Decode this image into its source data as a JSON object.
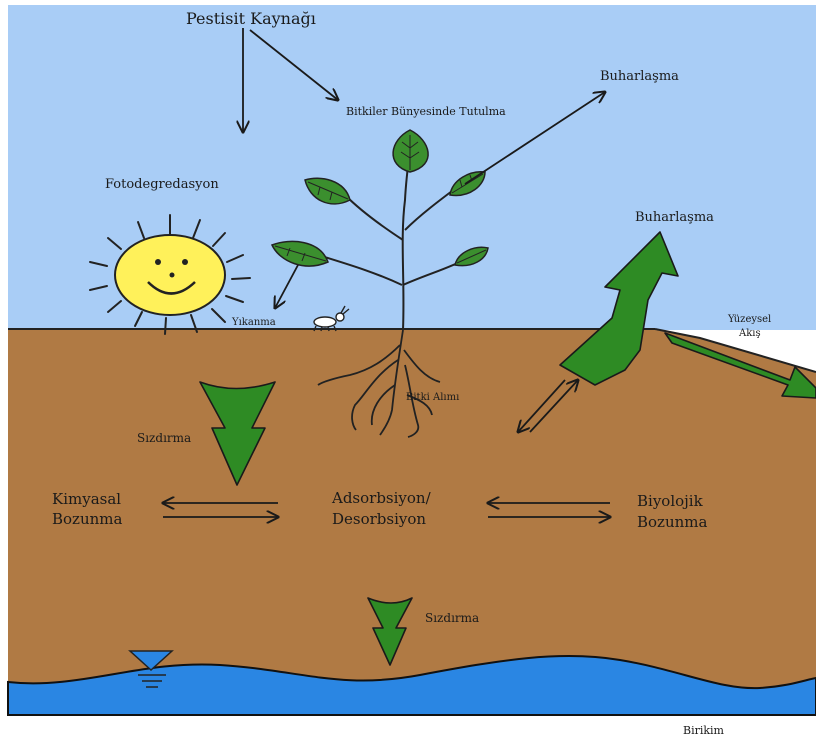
{
  "labels": {
    "source": "Pestisit Kaynağı",
    "plant_retention": "Bitkiler Bünyesinde Tutulma",
    "evaporation_top": "Buharlaşma",
    "photodegradation": "Fotodegredasyon",
    "evaporation_right": "Buharlaşma",
    "washing": "Yıkanma",
    "surface_runoff_1": "Yüzeysel",
    "surface_runoff_2": "Akış",
    "plant_uptake": "Bitki Alımı",
    "leaching_top": "Sızdırma",
    "chem_deg_1": "Kimyasal",
    "chem_deg_2": "Bozunma",
    "adsorption_1": "Adsorbsiyon/",
    "adsorption_2": "Desorbsiyon",
    "bio_deg_1": "Biyolojik",
    "bio_deg_2": "Bozunma",
    "leaching_bottom": "Sızdırma",
    "accumulation": "Birikim"
  },
  "colors": {
    "sky": "#a9cdf6",
    "soil": "#b07a44",
    "water": "#2a86e3",
    "arrow_green": "#2e8b24",
    "sun": "#fff15a",
    "leaf": "#3b8f2e"
  }
}
